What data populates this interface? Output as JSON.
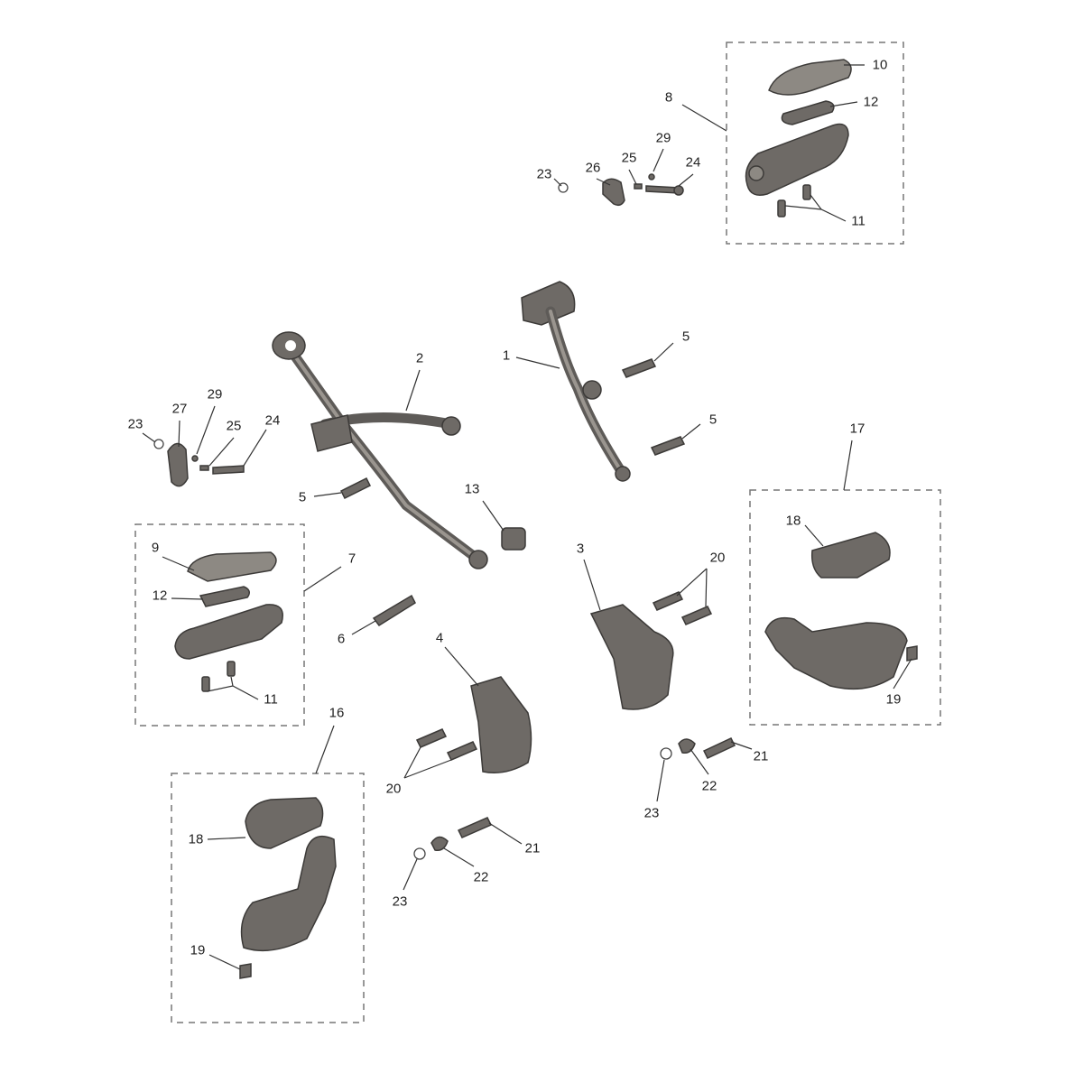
{
  "title": "Footrest assembly exploded parts diagram",
  "callouts": [
    {
      "label": "10"
    },
    {
      "label": "12"
    },
    {
      "label": "8"
    },
    {
      "label": "29"
    },
    {
      "label": "25"
    },
    {
      "label": "24"
    },
    {
      "label": "23"
    },
    {
      "label": "26"
    },
    {
      "label": "11"
    },
    {
      "label": "2"
    },
    {
      "label": "1"
    },
    {
      "label": "5"
    },
    {
      "label": "5"
    },
    {
      "label": "29"
    },
    {
      "label": "27"
    },
    {
      "label": "23"
    },
    {
      "label": "25"
    },
    {
      "label": "24"
    },
    {
      "label": "5"
    },
    {
      "label": "13"
    },
    {
      "label": "17"
    },
    {
      "label": "18"
    },
    {
      "label": "20"
    },
    {
      "label": "3"
    },
    {
      "label": "9"
    },
    {
      "label": "7"
    },
    {
      "label": "12"
    },
    {
      "label": "6"
    },
    {
      "label": "4"
    },
    {
      "label": "19"
    },
    {
      "label": "11"
    },
    {
      "label": "16"
    },
    {
      "label": "21"
    },
    {
      "label": "20"
    },
    {
      "label": "22"
    },
    {
      "label": "23"
    },
    {
      "label": "18"
    },
    {
      "label": "21"
    },
    {
      "label": "22"
    },
    {
      "label": "23"
    },
    {
      "label": "19"
    }
  ],
  "colors": {
    "part": "#6e6a66",
    "outline": "#3c3a38",
    "text": "#222222",
    "box": "#777777"
  }
}
